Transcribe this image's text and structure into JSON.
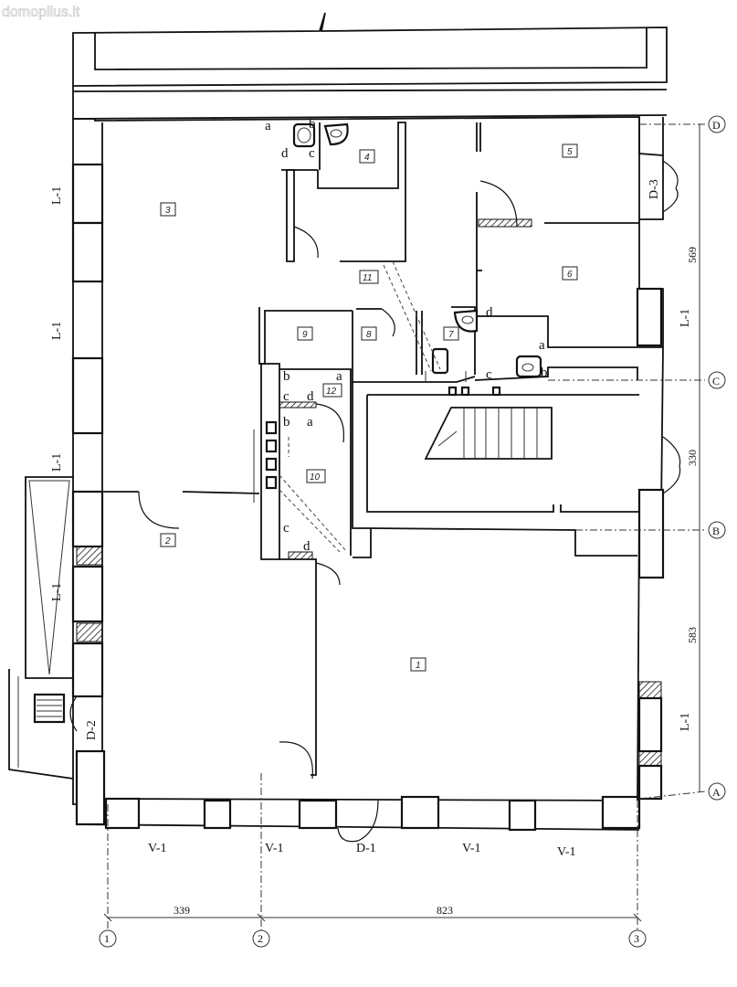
{
  "watermark": "domoplius.lt",
  "rooms": [
    "1",
    "2",
    "3",
    "4",
    "5",
    "6",
    "7",
    "8",
    "9",
    "10",
    "11",
    "12"
  ],
  "labels": {
    "L": "L-1",
    "V": "V-1",
    "D1": "D-1",
    "D2": "D-2",
    "D3": "D-3"
  },
  "fixtures": [
    "a",
    "b",
    "c",
    "d"
  ],
  "axes": {
    "letters": [
      "D",
      "C",
      "B",
      "A"
    ],
    "numbers": [
      "1",
      "2",
      "3"
    ]
  },
  "dimensions": {
    "d569": "569",
    "d330": "330",
    "d583": "583",
    "d339": "339",
    "d823": "823"
  }
}
